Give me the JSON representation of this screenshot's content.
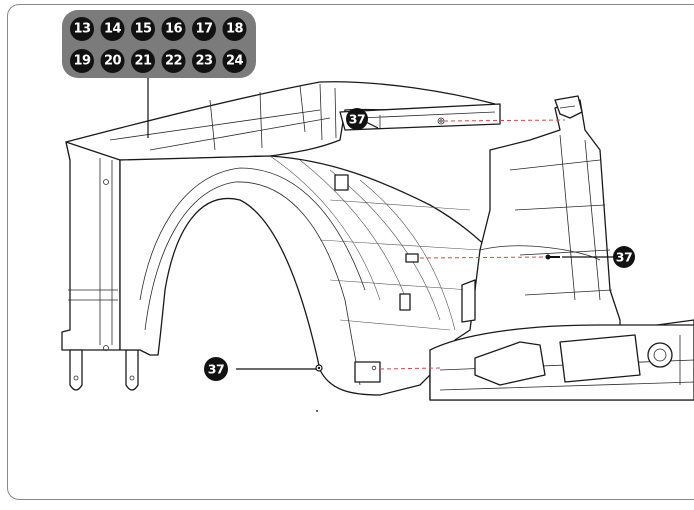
{
  "badge_panel": {
    "fill": "#7b7b7b",
    "badge_color": "#111111",
    "row1": [
      "13",
      "14",
      "15",
      "16",
      "17",
      "18"
    ],
    "row2": [
      "19",
      "20",
      "21",
      "22",
      "23",
      "24"
    ]
  },
  "callouts": [
    {
      "id": "callout-top",
      "label": "37"
    },
    {
      "id": "callout-right",
      "label": "37"
    },
    {
      "id": "callout-bottom",
      "label": "37"
    }
  ],
  "colors": {
    "frame": "#8a8a8a",
    "line_art": "#1a1a1a",
    "dashed_guide": "#d24a4a"
  }
}
